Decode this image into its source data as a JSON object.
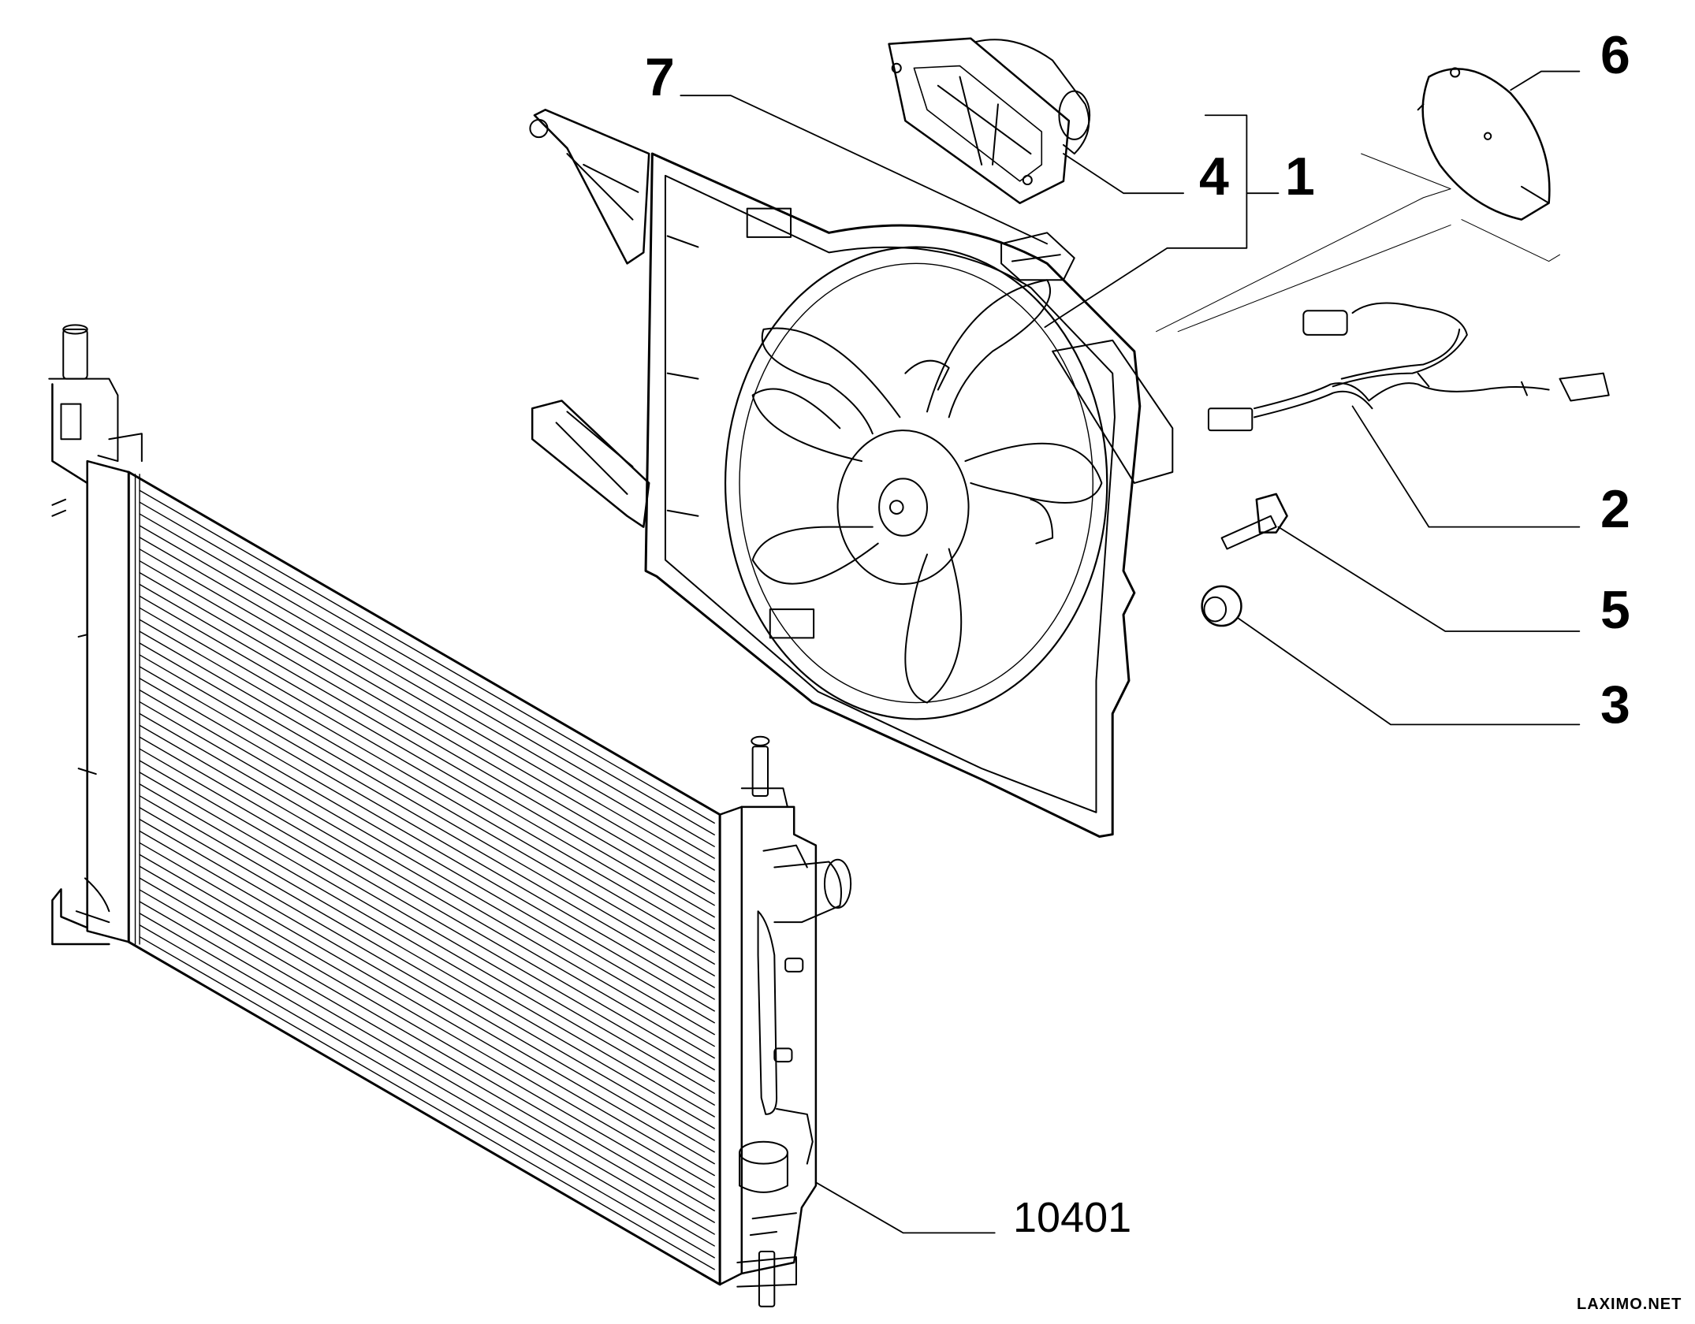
{
  "callouts": {
    "c1": "1",
    "c2": "2",
    "c3": "3",
    "c4": "4",
    "c5": "5",
    "c6": "6",
    "c7": "7",
    "group_ref": "10401"
  },
  "watermark": "LAXIMO.NET",
  "colors": {
    "line": "#000000",
    "background": "#ffffff"
  }
}
